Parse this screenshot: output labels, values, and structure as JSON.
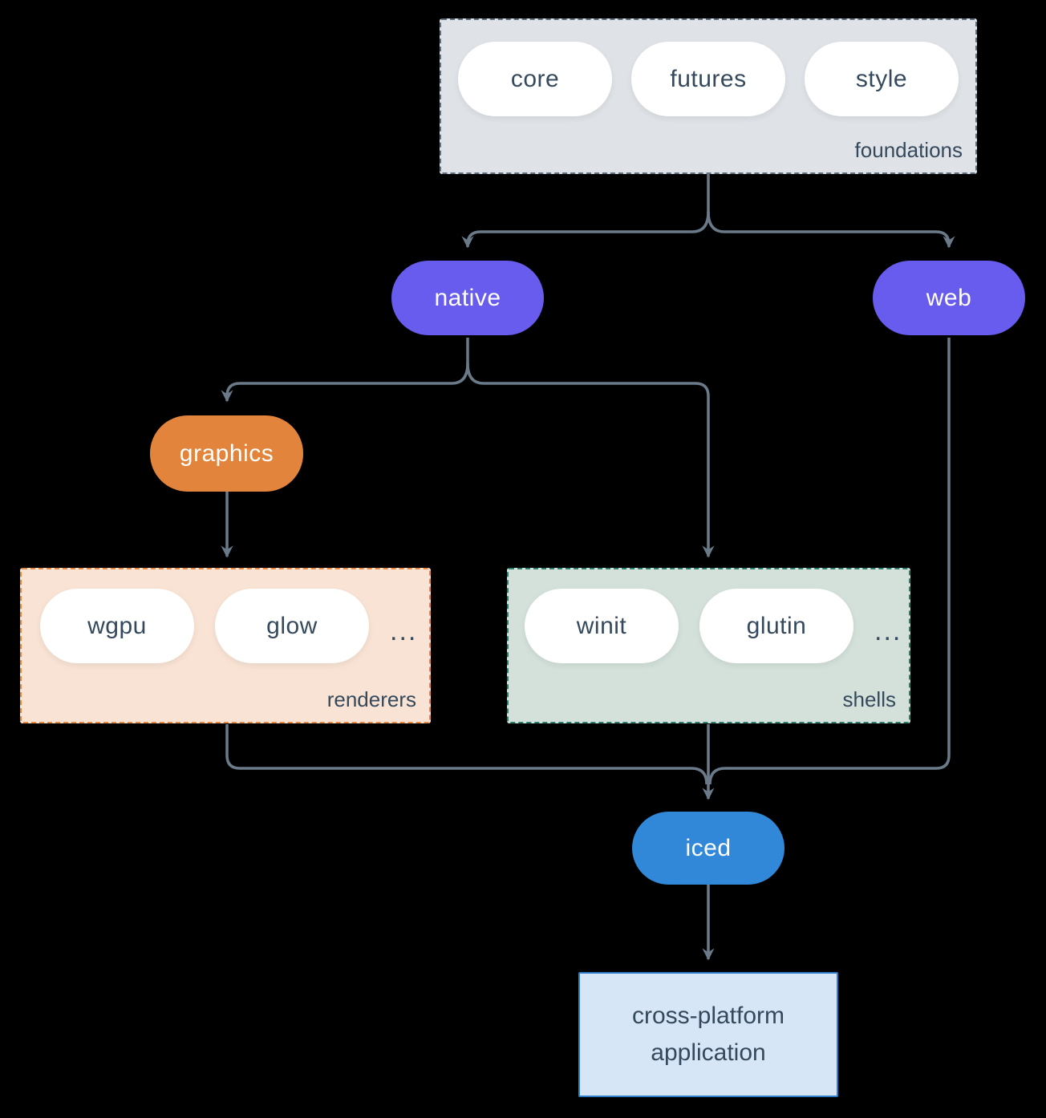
{
  "diagram": {
    "background_color": "#000000",
    "arrow_color": "#6a7a89",
    "text_color": "#35495c",
    "groups": {
      "foundations": {
        "label": "foundations",
        "fill": "#dfe3e7",
        "border": "#5f7181",
        "pills": [
          "core",
          "futures",
          "style"
        ]
      },
      "renderers": {
        "label": "renderers",
        "fill": "#f9e3d4",
        "border": "#e8873d",
        "pills": [
          "wgpu",
          "glow"
        ],
        "more": "..."
      },
      "shells": {
        "label": "shells",
        "fill": "#d3e1da",
        "border": "#2a7e6e",
        "pills": [
          "winit",
          "glutin"
        ],
        "more": "..."
      }
    },
    "nodes": {
      "native": {
        "label": "native",
        "fill": "#685cee"
      },
      "web": {
        "label": "web",
        "fill": "#685cee"
      },
      "graphics": {
        "label": "graphics",
        "fill": "#e2843c"
      },
      "iced": {
        "label": "iced",
        "fill": "#3188d8"
      },
      "application": {
        "label": "cross-platform application",
        "fill": "#d6e6f7",
        "border": "#2e7cc8"
      }
    },
    "edges": [
      {
        "from": "foundations",
        "to": "native"
      },
      {
        "from": "foundations",
        "to": "web"
      },
      {
        "from": "native",
        "to": "graphics"
      },
      {
        "from": "native",
        "to": "shells"
      },
      {
        "from": "graphics",
        "to": "renderers"
      },
      {
        "from": "renderers",
        "to": "iced"
      },
      {
        "from": "shells",
        "to": "iced"
      },
      {
        "from": "web",
        "to": "iced"
      },
      {
        "from": "iced",
        "to": "application"
      }
    ]
  }
}
